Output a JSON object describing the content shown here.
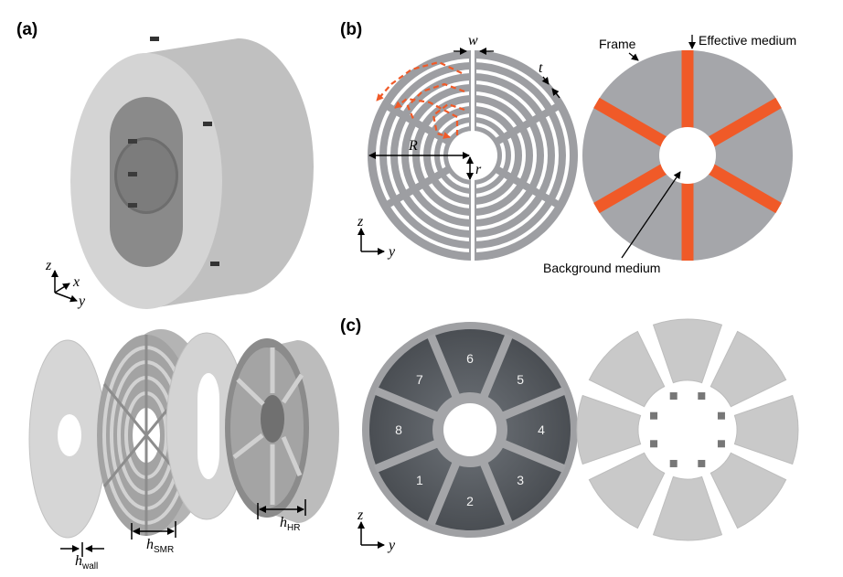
{
  "panels": {
    "a": "(a)",
    "b": "(b)",
    "c": "(c)"
  },
  "axes": {
    "z": "z",
    "x": "x",
    "y": "y"
  },
  "dims": {
    "w": "w",
    "t": "t",
    "R": "R",
    "r": "r",
    "h": "h",
    "wall": "wall",
    "smr": "SMR",
    "hr": "HR"
  },
  "labels": {
    "frame": "Frame",
    "effective_medium": "Effective medium",
    "background_medium": "Background medium"
  },
  "sectors": [
    "1",
    "2",
    "3",
    "4",
    "5",
    "6",
    "7",
    "8"
  ],
  "colors": {
    "frame": "#a5a6aa",
    "effective": "#f05a28",
    "dark": "#555a60",
    "light": "#c9c9c9"
  }
}
